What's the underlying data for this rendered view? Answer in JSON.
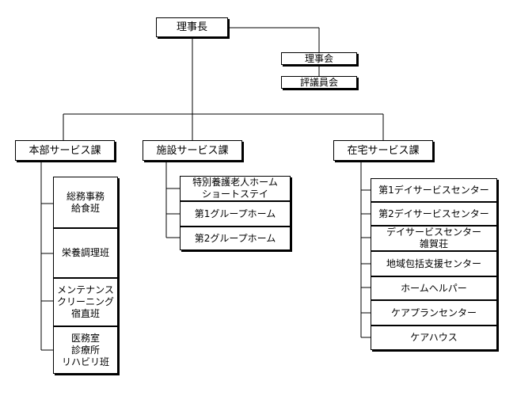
{
  "org": {
    "chairman": "理事長",
    "board": "理事会",
    "council": "評議員会",
    "departments": [
      {
        "name": "本部サービス課",
        "units": [
          "総務事務\n給食班",
          "栄養調理班",
          "メンテナンス\nクリーニング\n宿直班",
          "医務室\n診療所\nリハビリ班"
        ]
      },
      {
        "name": "施設サービス課",
        "units": [
          "特別養護老人ホーム\nショートステイ",
          "第1グループホーム",
          "第2グループホーム"
        ]
      },
      {
        "name": "在宅サービス課",
        "units": [
          "第1デイサービスセンター",
          "第2デイサービスセンター",
          "デイサービスセンター\n雑賀荘",
          "地域包括支援センター",
          "ホームヘルパー",
          "ケアプランセンター",
          "ケアハウス"
        ]
      }
    ]
  }
}
